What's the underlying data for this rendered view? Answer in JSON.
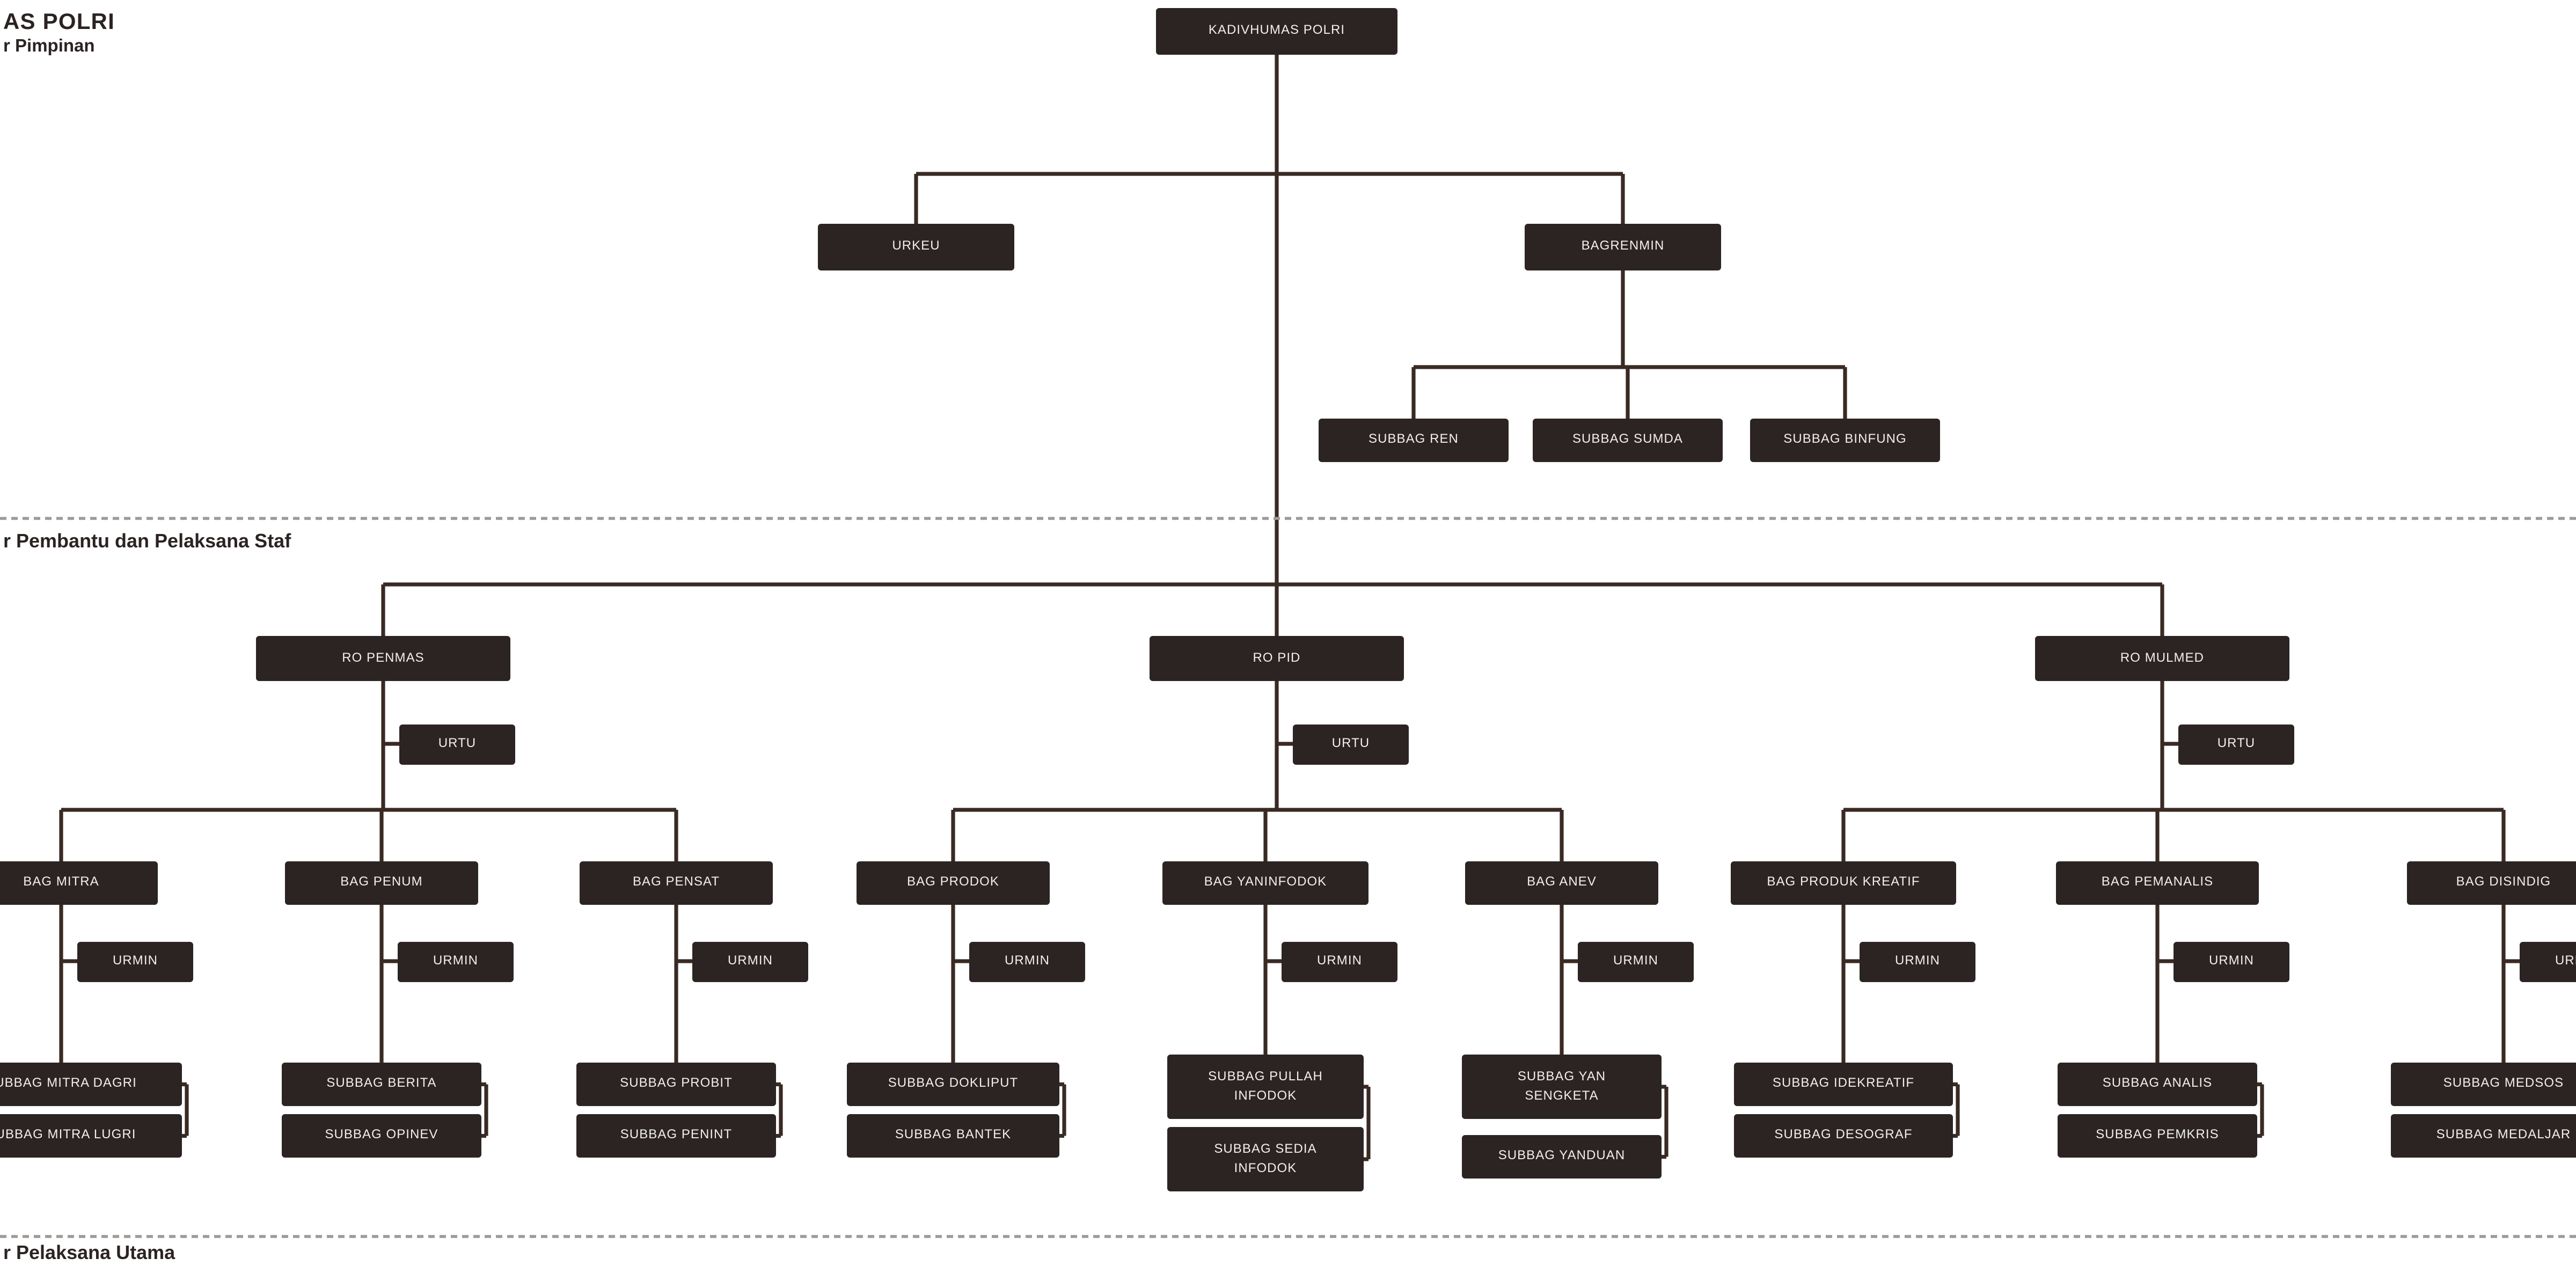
{
  "header": {
    "title": "AS POLRI",
    "subtitle": "r Pimpinan"
  },
  "section_labels": {
    "middle": "r Pembantu dan Pelaksana Staf",
    "bottom": "r Pelaksana Utama"
  },
  "colors": {
    "background": "#ffffff",
    "box_fill": "#2b2422",
    "box_text": "#f2efec",
    "connector": "#3a2a24",
    "divider": "#9e9a96",
    "label_text": "#2b2322"
  },
  "nodes": {
    "kadivhumas": "KADIVHUMAS POLRI",
    "urkeu": "URKEU",
    "bagrenmin": "BAGRENMIN",
    "subbag_ren": "SUBBAG REN",
    "subbag_sumda": "SUBBAG SUMDA",
    "subbag_binfung": "SUBBAG BINFUNG",
    "ro_penmas": "RO PENMAS",
    "ro_pid": "RO PID",
    "ro_mulmed": "RO MULMED",
    "urtu_penmas": "URTU",
    "urtu_pid": "URTU",
    "urtu_mulmed": "URTU",
    "bag_mitra": "BAG MITRA",
    "bag_penum": "BAG PENUM",
    "bag_pensat": "BAG PENSAT",
    "bag_prodok": "BAG PRODOK",
    "bag_yaninfodok": "BAG YANINFODOK",
    "bag_anev": "BAG ANEV",
    "bag_produk_kreatif": "BAG PRODUK KREATIF",
    "bag_pemanalis": "BAG PEMANALIS",
    "bag_disindig": "BAG DISINDIG",
    "urmin_mitra": "URMIN",
    "urmin_penum": "URMIN",
    "urmin_pensat": "URMIN",
    "urmin_prodok": "URMIN",
    "urmin_yaninfodok": "URMIN",
    "urmin_anev": "URMIN",
    "urmin_produk_kreatif": "URMIN",
    "urmin_pemanalis": "URMIN",
    "urmin_disindig": "URMIN",
    "subbag_mitra_dagri": "SUBBAG MITRA DAGRI",
    "subbag_mitra_lugri": "SUBBAG MITRA LUGRI",
    "subbag_berita": "SUBBAG BERITA",
    "subbag_opinev": "SUBBAG OPINEV",
    "subbag_probit": "SUBBAG PROBIT",
    "subbag_penint": "SUBBAG PENINT",
    "subbag_dokliput": "SUBBAG DOKLIPUT",
    "subbag_bantek": "SUBBAG BANTEK",
    "subbag_pullah_infodok": "SUBBAG PULLAH\nINFODOK",
    "subbag_sedia_infodok": "SUBBAG SEDIA\nINFODOK",
    "subbag_yan_sengketa": "SUBBAG YAN\nSENGKETA",
    "subbag_yanduan": "SUBBAG YANDUAN",
    "subbag_idekreatif": "SUBBAG IDEKREATIF",
    "subbag_desograf": "SUBBAG DESOGRAF",
    "subbag_analis": "SUBBAG ANALIS",
    "subbag_pemkris": "SUBBAG PEMKRIS",
    "subbag_medsos": "SUBBAG MEDSOS",
    "subbag_medaljar": "SUBBAG MEDALJAR"
  },
  "hierarchy": {
    "kadivhumas": [
      "urkeu",
      "bagrenmin",
      "ro_penmas",
      "ro_pid",
      "ro_mulmed"
    ],
    "bagrenmin": [
      "subbag_ren",
      "subbag_sumda",
      "subbag_binfung"
    ],
    "ro_penmas": [
      "urtu_penmas",
      "bag_mitra",
      "bag_penum",
      "bag_pensat"
    ],
    "ro_pid": [
      "urtu_pid",
      "bag_prodok",
      "bag_yaninfodok",
      "bag_anev"
    ],
    "ro_mulmed": [
      "urtu_mulmed",
      "bag_produk_kreatif",
      "bag_pemanalis",
      "bag_disindig"
    ],
    "bag_mitra": [
      "urmin_mitra",
      "subbag_mitra_dagri",
      "subbag_mitra_lugri"
    ],
    "bag_penum": [
      "urmin_penum",
      "subbag_berita",
      "subbag_opinev"
    ],
    "bag_pensat": [
      "urmin_pensat",
      "subbag_probit",
      "subbag_penint"
    ],
    "bag_prodok": [
      "urmin_prodok",
      "subbag_dokliput",
      "subbag_bantek"
    ],
    "bag_yaninfodok": [
      "urmin_yaninfodok",
      "subbag_pullah_infodok",
      "subbag_sedia_infodok"
    ],
    "bag_anev": [
      "urmin_anev",
      "subbag_yan_sengketa",
      "subbag_yanduan"
    ],
    "bag_produk_kreatif": [
      "urmin_produk_kreatif",
      "subbag_idekreatif",
      "subbag_desograf"
    ],
    "bag_pemanalis": [
      "urmin_pemanalis",
      "subbag_analis",
      "subbag_pemkris"
    ],
    "bag_disindig": [
      "urmin_disindig",
      "subbag_medsos",
      "subbag_medaljar"
    ]
  }
}
